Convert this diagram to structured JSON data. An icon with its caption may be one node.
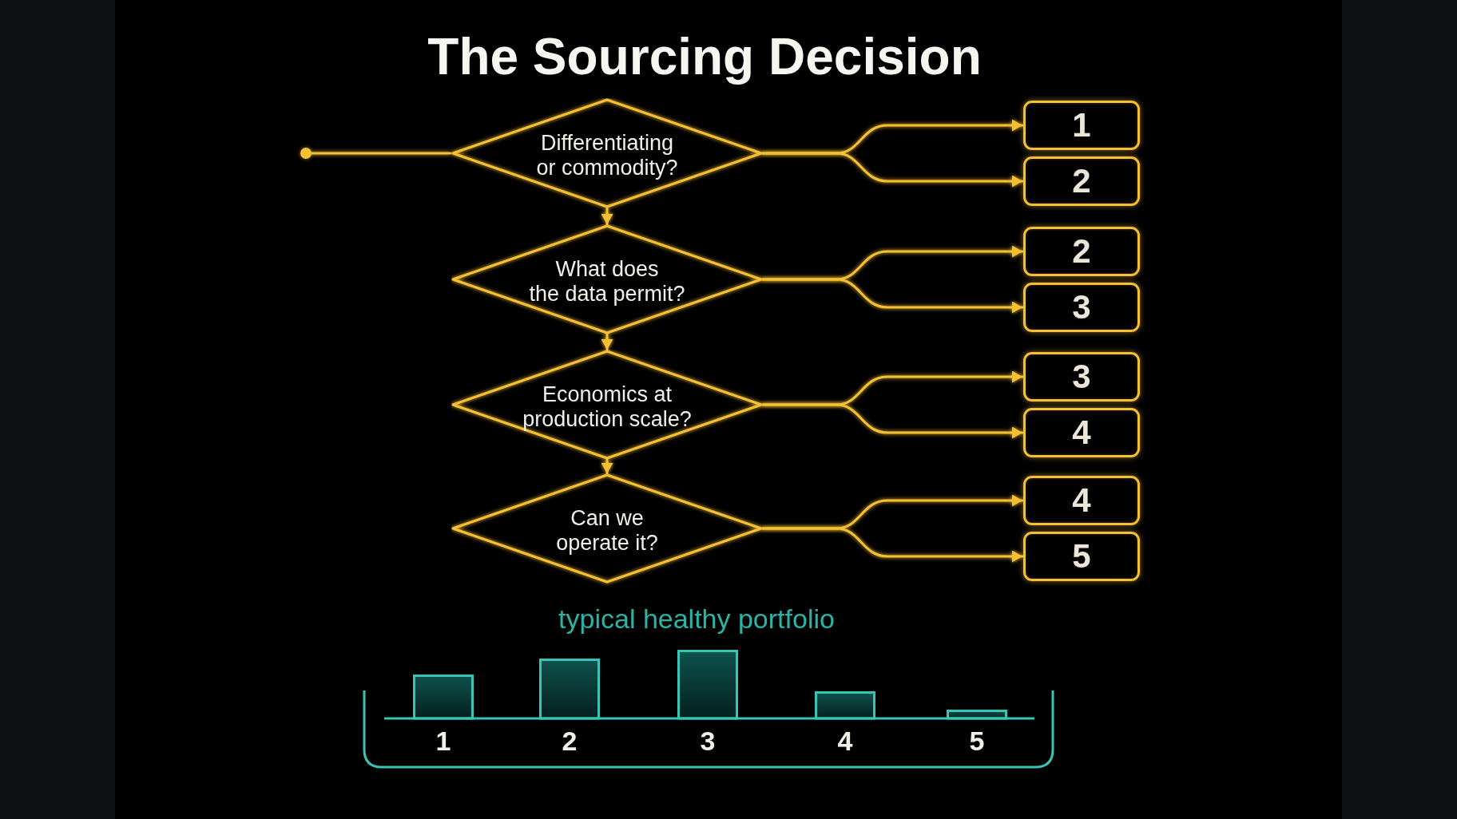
{
  "diagram": {
    "title": "The Sourcing Decision",
    "nodes": [
      {
        "text": [],
        "shape": "circle"
      },
      {
        "text": [
          "Differentiating or commodity?"
        ]
      },
      {
        "text": [
          "What does the data permit?"
        ]
      },
      {
        "text": [
          "Economics at production scale?"
        ]
      },
      {
        "text": [
          "Can we operate it?"
        ]
      },
      {
        "text": [
          "1"
        ]
      },
      {
        "text": [
          "2"
        ]
      },
      {
        "text": [
          "2"
        ]
      },
      {
        "text": [
          "3"
        ]
      },
      {
        "text": [
          "3"
        ]
      },
      {
        "text": [
          "4"
        ]
      },
      {
        "text": [
          "4"
        ]
      },
      {
        "text": [
          "5"
        ]
      }
    ],
    "edges": [
      {
        "from": 0,
        "to": 1,
        "arrow": "none"
      },
      {
        "from": 1,
        "to": 2,
        "arrow": "to"
      },
      {
        "from": 2,
        "to": 3,
        "arrow": "to"
      },
      {
        "from": 3,
        "to": 4,
        "arrow": "to"
      },
      {
        "from": 1,
        "to": 5,
        "arrow": "to"
      },
      {
        "from": 1,
        "to": 6,
        "arrow": "to"
      },
      {
        "from": 2,
        "to": 7,
        "arrow": "to"
      },
      {
        "from": 2,
        "to": 8,
        "arrow": "to"
      },
      {
        "from": 3,
        "to": 9,
        "arrow": "to"
      },
      {
        "from": 3,
        "to": 10,
        "arrow": "to"
      },
      {
        "from": 4,
        "to": 11,
        "arrow": "to"
      },
      {
        "from": 4,
        "to": 12,
        "arrow": "to"
      }
    ],
    "labels": [
      "typical healthy portfolio",
      "1",
      "2",
      "3",
      "4",
      "5"
    ]
  }
}
